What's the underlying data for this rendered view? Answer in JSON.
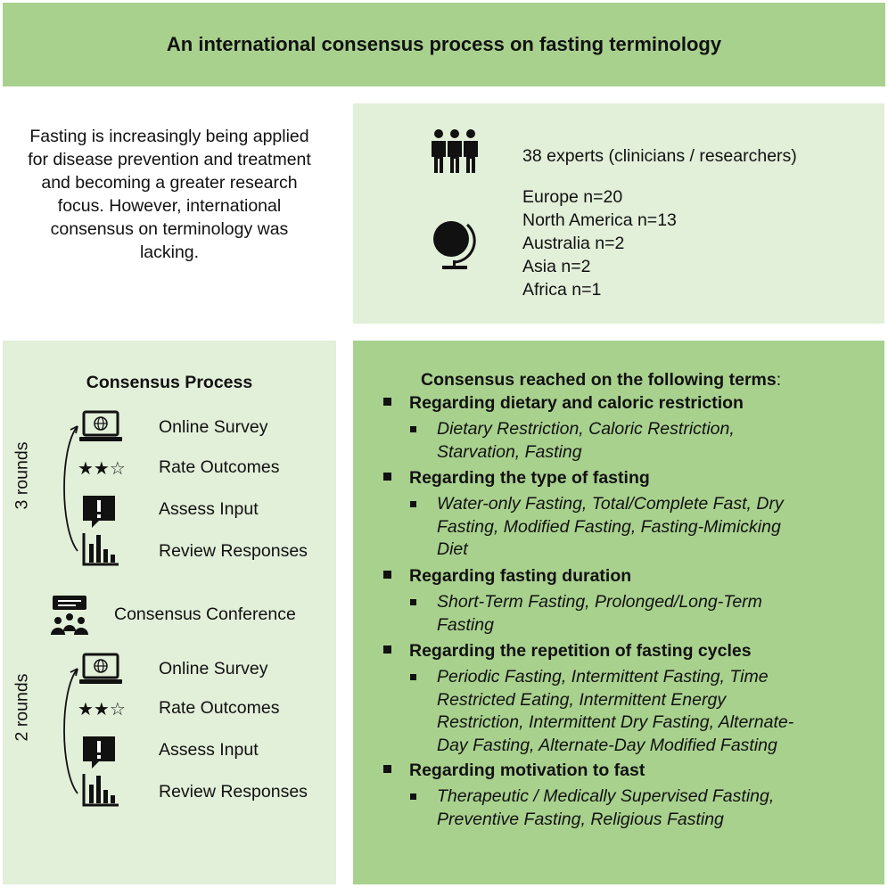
{
  "title": "An international consensus process on fasting terminology",
  "intro": "Fasting is increasingly being applied for disease prevention and treatment and becoming a greater research focus. However, international consensus on terminology was lacking.",
  "experts": {
    "count_text": "38 experts (clinicians / researchers)",
    "regions": [
      "Europe n=20",
      "North America n=13",
      "Australia n=2",
      "Asia n=2",
      "Africa n=1"
    ]
  },
  "process": {
    "title": "Consensus Process",
    "round1_label": "3 rounds",
    "round2_label": "2 rounds",
    "steps": [
      "Online Survey",
      "Rate Outcomes",
      "Assess Input",
      "Review Responses"
    ],
    "conference": "Consensus Conference",
    "stars": "★★☆"
  },
  "terms": {
    "title": "Consensus reached on the following terms",
    "title_suffix": ":",
    "categories": [
      {
        "heading": "Regarding dietary and caloric restriction",
        "items": "Dietary Restriction, Caloric Restriction, Starvation, Fasting"
      },
      {
        "heading": "Regarding the type of fasting",
        "items": "Water-only Fasting, Total/Complete Fast, Dry Fasting, Modified Fasting, Fasting-Mimicking Diet"
      },
      {
        "heading": "Regarding fasting duration",
        "items": "Short-Term Fasting, Prolonged/Long-Term Fasting"
      },
      {
        "heading": "Regarding the repetition of fasting cycles",
        "items": "Periodic Fasting, Intermittent Fasting, Time Restricted Eating, Intermittent Energy Restriction, Intermittent Dry Fasting, Alternate-Day Fasting, Alternate-Day Modified Fasting"
      },
      {
        "heading": "Regarding motivation to fast",
        "items": "Therapeutic / Medically Supervised Fasting, Preventive Fasting, Religious Fasting"
      }
    ]
  },
  "colors": {
    "dark_green": "#a9d18e",
    "light_green": "#e2efd9"
  }
}
